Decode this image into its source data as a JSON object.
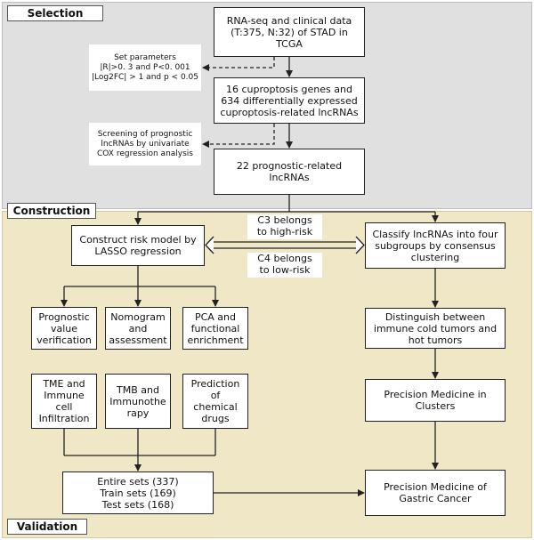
{
  "sections": {
    "selection": "Selection",
    "construction": "Construction",
    "validation": "Validation"
  },
  "boxes": {
    "rnaseq": "RNA-seq and clinical data\n(T:375, N:32) of STAD in\nTCGA",
    "cuproptosis": "16 cuproptosis genes and\n634 differentially expressed\ncuproptosis-related lncRNAs",
    "prognostic": "22 prognostic-related\nlncRNAs",
    "risk_model": "Construct risk model by\nLASSO regression",
    "classify": "Classify lncRNAs into four\nsubgroups by consensus\nclustering",
    "prognostic_value": "Prognostic\nvalue\nverification",
    "nomogram": "Nomogram\nand\nassessment",
    "pca": "PCA and\nfunctional\nenrichment",
    "tme": "TME and\nImmune\ncell\nInfiltration",
    "tmb": "TMB and\nImmunothe\nrapy",
    "prediction": "Prediction\nof\nchemical\ndrugs",
    "sets": "Entire sets (337)\nTrain sets (169)\nTest sets (168)",
    "immune": "Distinguish between\nimmune cold tumors and\nhot tumors",
    "precision_clusters": "Precision Medicine in\nClusters",
    "precision_gastric": "Precision Medicine of\nGastric Cancer"
  },
  "notes": {
    "parameters": "Set parameters\n|R|>0. 3 and P<0. 001\n|Log2FC| > 1 and p < 0.05",
    "screening": "Screening of prognostic\nlncRNAs by univariate\nCOX regression analysis"
  },
  "relations": {
    "c3": "C3 belongs\nto high-risk",
    "c4": "C4 belongs\nto low-risk"
  },
  "colors": {
    "selection_bg": "#e0e0e0",
    "lower_bg": "#efe7c6",
    "line": "#222222"
  }
}
